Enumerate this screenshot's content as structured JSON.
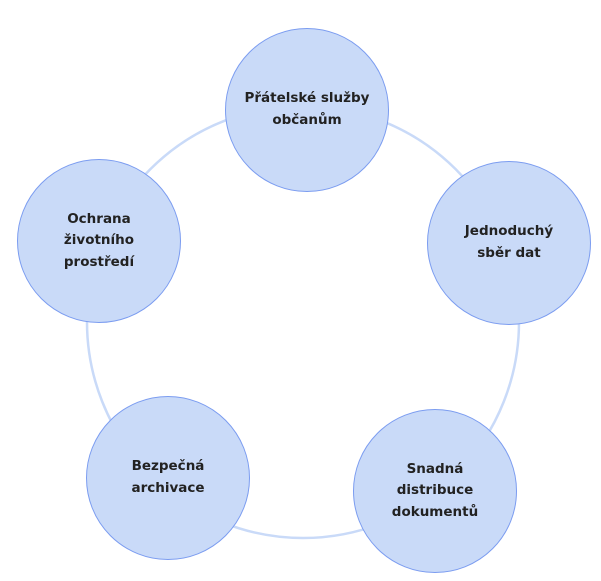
{
  "colors": {
    "fill": "#c9daf8",
    "stroke": "#7b9cf0",
    "ring": "#c9daf8",
    "text": "#222222"
  },
  "nodes": [
    {
      "label": "Přátelské služby občanům"
    },
    {
      "label": "Jednoduchý sběr dat"
    },
    {
      "label": "Snadná distribuce dokumentů"
    },
    {
      "label": "Bezpečná archivace"
    },
    {
      "label": "Ochrana životního prostředí"
    }
  ]
}
